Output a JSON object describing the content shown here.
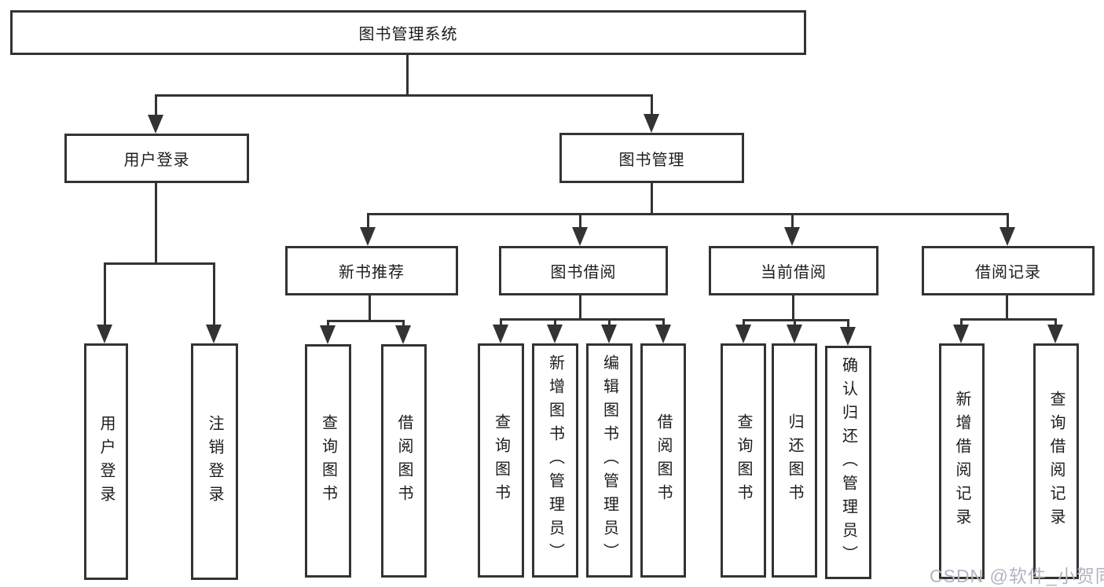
{
  "diagram_title": "图书管理系统",
  "watermark": "CSDN @软件_小贺同学",
  "colors": {
    "line": "#333333",
    "text": "#1c1c1c",
    "background": "#ffffff",
    "watermark": "#b4b4bf"
  },
  "nodes": {
    "root": "图书管理系统",
    "userLogin": "用户登录",
    "bookMgmt": "图书管理",
    "newBookRec": "新书推荐",
    "bookBorrow": "图书借阅",
    "currentBorrow": "当前借阅",
    "borrowRecord": "借阅记录",
    "uLogin": "用户登录",
    "uLogout": "注销登录",
    "nQuery": "查询图书",
    "nBorrow": "借阅图书",
    "bQuery": "查询图书",
    "bAdd": "新增图书（管理员）",
    "bEdit": "编辑图书（管理员）",
    "bBorrow": "借阅图书",
    "cQuery": "查询图书",
    "cReturn": "归还图书",
    "cConfirm": "确认归还（管理员）",
    "rAdd": "新增借阅记录",
    "rQuery": "查询借阅记录"
  },
  "tree": {
    "图书管理系统": {
      "用户登录": [
        "用户登录",
        "注销登录"
      ],
      "图书管理": {
        "新书推荐": [
          "查询图书",
          "借阅图书"
        ],
        "图书借阅": [
          "查询图书",
          "新增图书（管理员）",
          "编辑图书（管理员）",
          "借阅图书"
        ],
        "当前借阅": [
          "查询图书",
          "归还图书",
          "确认归还（管理员）"
        ],
        "借阅记录": [
          "新增借阅记录",
          "查询借阅记录"
        ]
      }
    }
  }
}
